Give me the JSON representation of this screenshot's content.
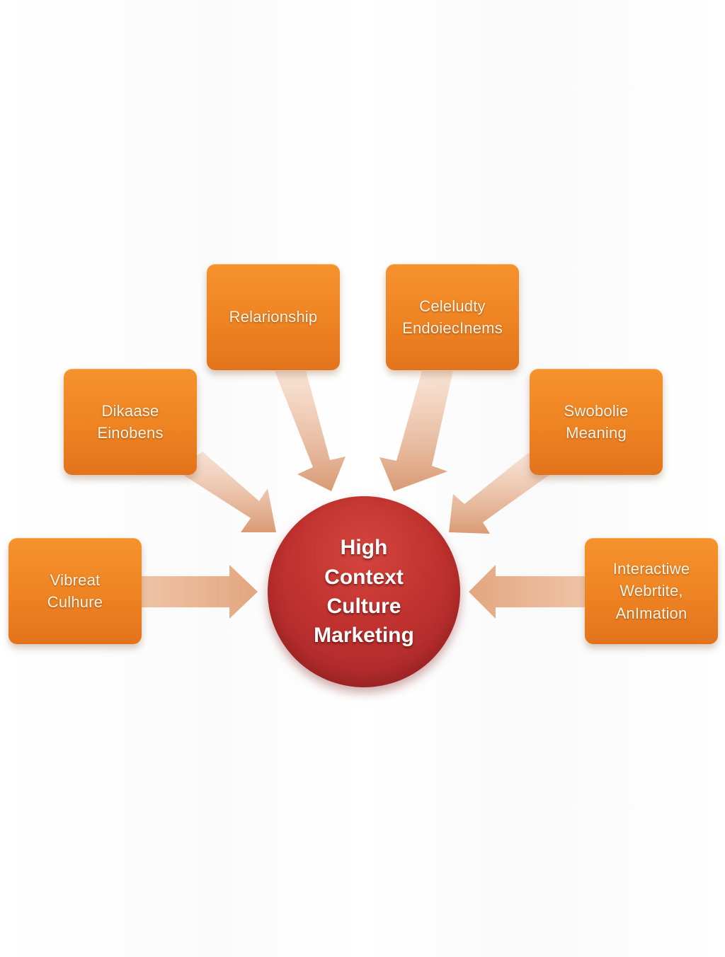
{
  "diagram": {
    "center": {
      "label": "High\nContext\nCulture\nMarketing"
    },
    "nodes": [
      {
        "id": "relationship",
        "label": "Relarionship"
      },
      {
        "id": "celebrity",
        "label": "Celeludty\nEndoiecInems"
      },
      {
        "id": "dikaase",
        "label": "Dikaase\nEinobens"
      },
      {
        "id": "symbolic",
        "label": "Swobolie\nMeaning"
      },
      {
        "id": "vibrant",
        "label": "Vibreat\nCulhure"
      },
      {
        "id": "interactive",
        "label": "Interactiwe\nWebrtite,\nAnImation"
      }
    ],
    "colors": {
      "node_fill": "#ee8322",
      "center_fill": "#c0322f",
      "arrow_fill": "#e8b28f",
      "background": "#ffffff"
    }
  }
}
